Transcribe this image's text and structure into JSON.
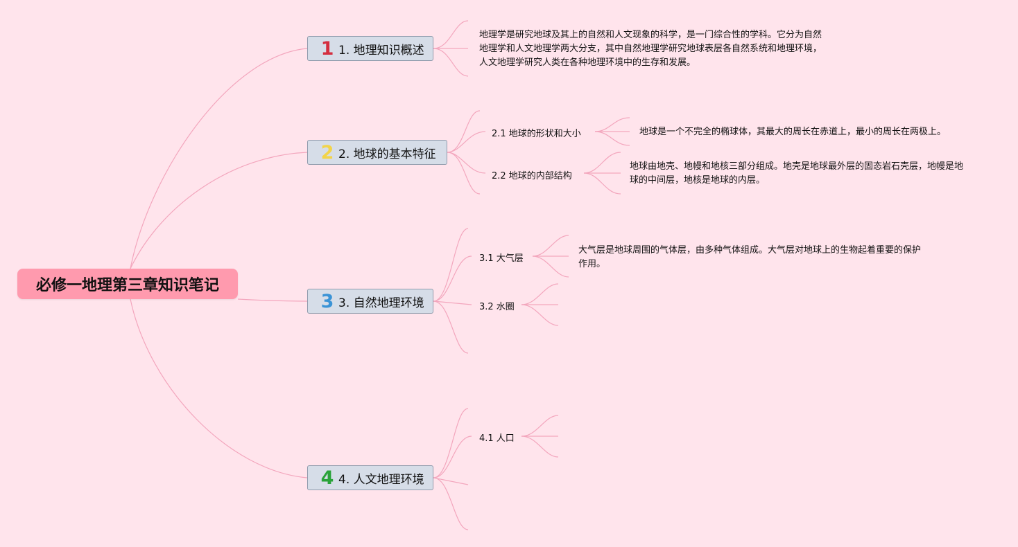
{
  "root": {
    "title": "必修一地理第三章知识笔记"
  },
  "topics": [
    {
      "num": "1",
      "num_color": "#d42e3f",
      "label": "1. 地理知识概述",
      "note": "地理学是研究地球及其上的自然和人文现象的科学，是一门综合性的学科。它分为自然地理学和人文地理学两大分支，其中自然地理学研究地球表层各自然系统和地理环境，人文地理学研究人类在各种地理环境中的生存和发展。"
    },
    {
      "num": "2",
      "num_color": "#f2d44a",
      "label": "2. 地球的基本特征",
      "subs": [
        {
          "label": "2.1 地球的形状和大小",
          "note": "地球是一个不完全的椭球体，其最大的周长在赤道上，最小的周长在两极上。"
        },
        {
          "label": "2.2 地球的内部结构",
          "note": "地球由地壳、地幔和地核三部分组成。地壳是地球最外层的固态岩石壳层，地幔是地球的中间层，地核是地球的内层。"
        }
      ]
    },
    {
      "num": "3",
      "num_color": "#3a93d6",
      "label": "3. 自然地理环境",
      "subs": [
        {
          "label": "3.1 大气层",
          "note": "大气层是地球周围的气体层，由多种气体组成。大气层对地球上的生物起着重要的保护作用。"
        },
        {
          "label": "3.2 水圈"
        }
      ]
    },
    {
      "num": "4",
      "num_color": "#2aa33a",
      "label": "4. 人文地理环境",
      "subs": [
        {
          "label": "4.1 人口"
        }
      ]
    }
  ],
  "colors": {
    "background": "#ffe4ec",
    "root_fill": "#ff9aae",
    "topic_fill": "#d6dde8",
    "line": "#f3a6bd"
  }
}
